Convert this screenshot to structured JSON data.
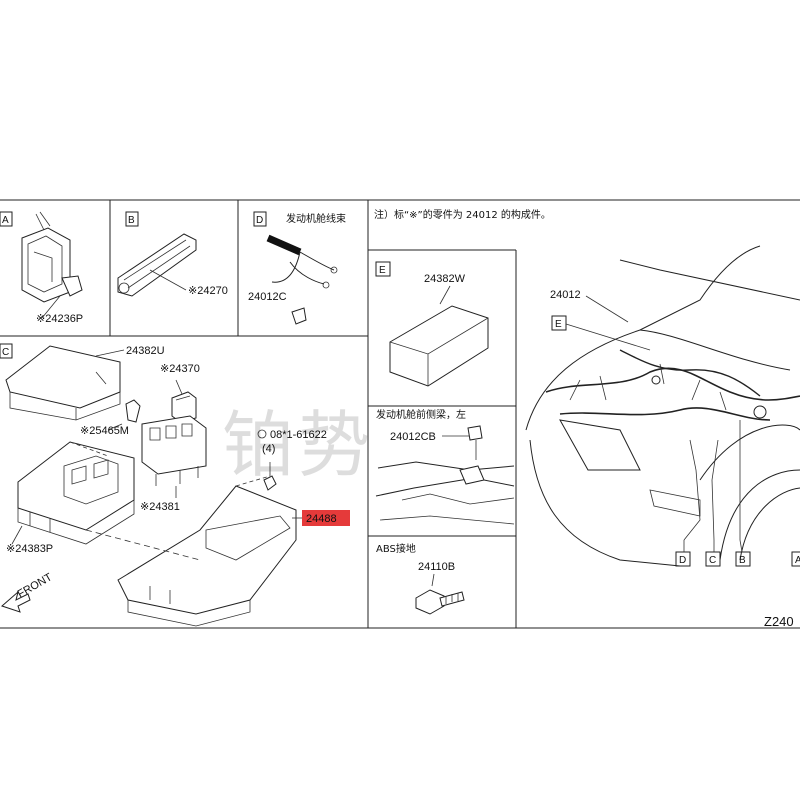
{
  "note": "注）标“※”的零件为 24012 的构成件。",
  "panels": {
    "A": {
      "letter": "A",
      "part": "※24236P"
    },
    "B": {
      "letter": "B",
      "part": "※24270"
    },
    "D": {
      "letter": "D",
      "title": "发动机舱线束",
      "part": "24012C"
    },
    "C": {
      "letter": "C",
      "parts": [
        "24382U",
        "※24370",
        "※25465M",
        "※24381",
        "※24383P",
        "24488"
      ],
      "clip_label": "08*1-61622",
      "clip_qty": "(4)",
      "front_label": "FRONT"
    },
    "E": {
      "letter": "E",
      "part": "24382W"
    },
    "sub1": {
      "title": "发动机舱前侧梁，左",
      "part": "24012CB"
    },
    "sub2": {
      "title": "ABS接地",
      "part": "24110B"
    },
    "overview": {
      "part": "24012",
      "callouts": [
        "E",
        "D",
        "C",
        "B",
        "A"
      ],
      "diagram_code": "Z240"
    }
  },
  "watermark": "铂势",
  "highlight_color": "#e53a3a"
}
